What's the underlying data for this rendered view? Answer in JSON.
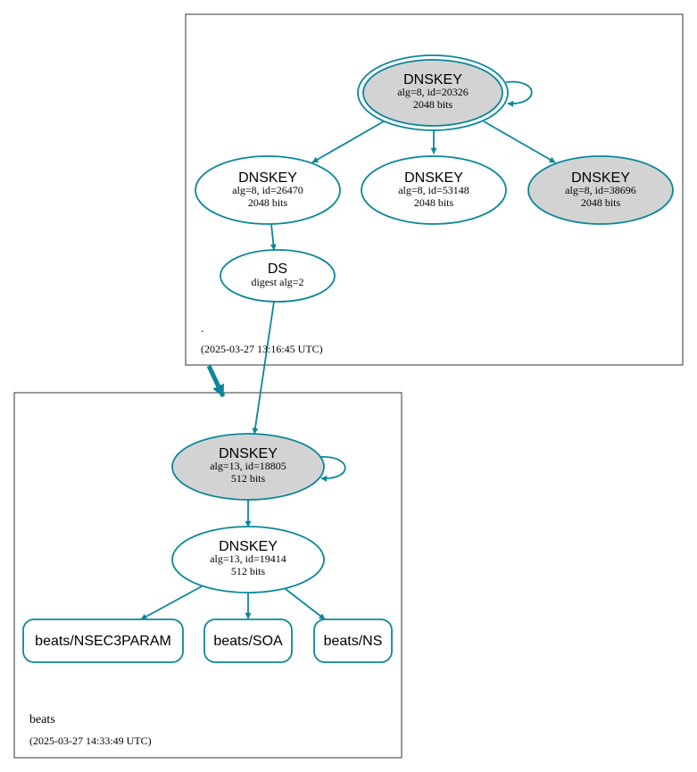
{
  "colors": {
    "edge": "#0a879a",
    "node_fill_gray": "#d3d3d3",
    "node_fill_white": "#ffffff",
    "frame": "#333333",
    "text": "#000000"
  },
  "zones": {
    "root": {
      "name": ".",
      "timestamp": "(2025-03-27 13:16:45 UTC)"
    },
    "beats": {
      "name": "beats",
      "timestamp": "(2025-03-27 14:33:49 UTC)"
    }
  },
  "nodes": {
    "root_ksk": {
      "title": "DNSKEY",
      "line1": "alg=8, id=20326",
      "line2": "2048 bits"
    },
    "root_zsk1": {
      "title": "DNSKEY",
      "line1": "alg=8, id=26470",
      "line2": "2048 bits"
    },
    "root_zsk2": {
      "title": "DNSKEY",
      "line1": "alg=8, id=53148",
      "line2": "2048 bits"
    },
    "root_key3": {
      "title": "DNSKEY",
      "line1": "alg=8, id=38696",
      "line2": "2048 bits"
    },
    "ds": {
      "title": "DS",
      "line1": "digest alg=2"
    },
    "beats_ksk": {
      "title": "DNSKEY",
      "line1": "alg=13, id=18805",
      "line2": "512 bits"
    },
    "beats_zsk": {
      "title": "DNSKEY",
      "line1": "alg=13, id=19414",
      "line2": "512 bits"
    },
    "rr_nsec3param": {
      "label": "beats/NSEC3PARAM"
    },
    "rr_soa": {
      "label": "beats/SOA"
    },
    "rr_ns": {
      "label": "beats/NS"
    }
  }
}
